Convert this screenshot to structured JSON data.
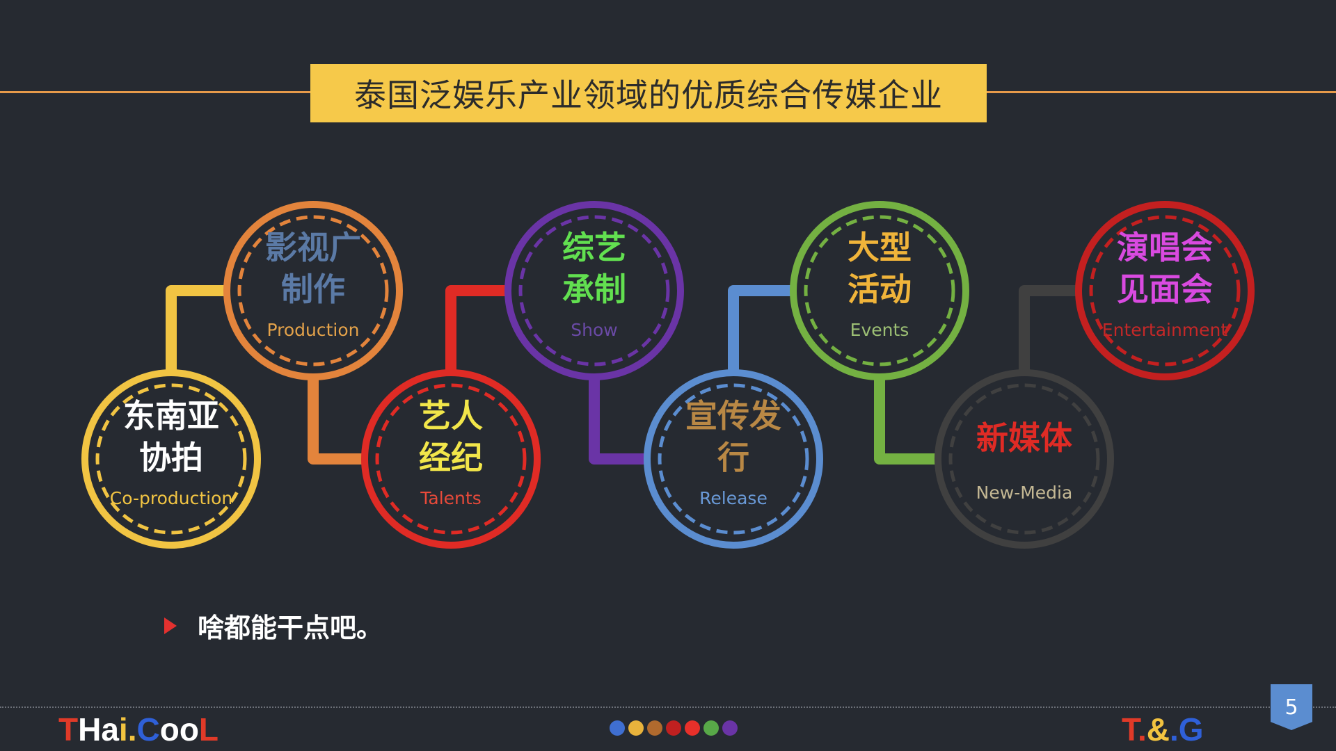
{
  "title": "泰国泛娱乐产业领域的优质综合传媒企业",
  "colors": {
    "background": "#262a31",
    "title_box": "#f6c94a",
    "title_line": "#e69a4a"
  },
  "circles": [
    {
      "zh": [
        "东南亚",
        "协拍"
      ],
      "en": "Co-production",
      "ring": "#f1c443",
      "zh_color": "#ffffff",
      "en_color": "#f1c443"
    },
    {
      "zh": [
        "影视广",
        "制作"
      ],
      "en": "Production",
      "ring": "#e3843c",
      "zh_color": "#5b7aa6",
      "en_color": "#e3a24a"
    },
    {
      "zh": [
        "艺人",
        "经纪"
      ],
      "en": "Talents",
      "ring": "#e02b25",
      "zh_color": "#f2e64a",
      "en_color": "#e84a3a"
    },
    {
      "zh": [
        "综艺",
        "承制"
      ],
      "en": "Show",
      "ring": "#6a34a6",
      "zh_color": "#62e050",
      "en_color": "#6a4aa6"
    },
    {
      "zh": [
        "宣传发",
        "行"
      ],
      "en": "Release",
      "ring": "#5b8dd0",
      "zh_color": "#b98845",
      "en_color": "#6a9ad8"
    },
    {
      "zh": [
        "大型",
        "活动"
      ],
      "en": "Events",
      "ring": "#74b142",
      "zh_color": "#f0b43a",
      "en_color": "#9cbf74"
    },
    {
      "zh": [
        "新媒体"
      ],
      "en": "New-Media",
      "ring": "#404040",
      "zh_color": "#e02b25",
      "en_color": "#c4b894"
    },
    {
      "zh": [
        "演唱会",
        "见面会"
      ],
      "en": "Entertainment",
      "ring": "#c42020",
      "zh_color": "#d94ae0",
      "en_color": "#c42828"
    }
  ],
  "bullet": "啥都能干点吧。",
  "footer": {
    "brand_left": [
      {
        "text": "T",
        "color": "#e03a28"
      },
      {
        "text": "Ha",
        "color": "#ffffff"
      },
      {
        "text": "i.",
        "color": "#f2c340"
      },
      {
        "text": "C",
        "color": "#2f60d8"
      },
      {
        "text": "oo",
        "color": "#ffffff"
      },
      {
        "text": "L",
        "color": "#e03a28"
      }
    ],
    "brand_right": [
      {
        "text": "T.",
        "color": "#e03a28"
      },
      {
        "text": "&",
        "color": "#f2c340"
      },
      {
        "text": ".G",
        "color": "#2f60d8"
      }
    ],
    "dots": [
      "#3f6fd1",
      "#e8b33c",
      "#b06a2e",
      "#c02020",
      "#e8302a",
      "#58a848",
      "#6a34a6"
    ],
    "page_number": "5"
  }
}
